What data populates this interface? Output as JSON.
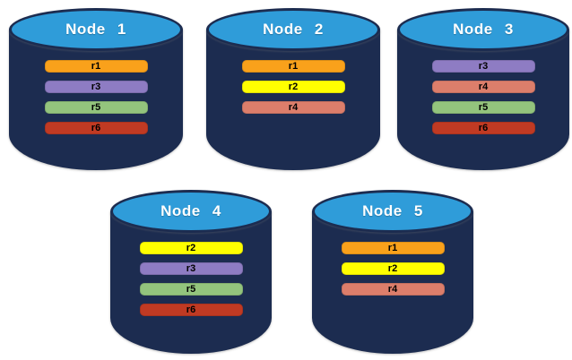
{
  "colors": {
    "cylinder_body": "#1c2c50",
    "cylinder_top": "#2f9cd9",
    "title_text": "#ffffff",
    "replica_label_text": "#000000",
    "replicas": {
      "r1": "#f9a11b",
      "r2": "#ffff00",
      "r3": "#8e7cc3",
      "r4": "#dc7e6b",
      "r5": "#93c47d",
      "r6": "#c03a23"
    }
  },
  "nodes": [
    {
      "label": "Node 1",
      "replicas": [
        "r1",
        "r3",
        "r5",
        "r6"
      ]
    },
    {
      "label": "Node 2",
      "replicas": [
        "r1",
        "r2",
        "r4"
      ]
    },
    {
      "label": "Node 3",
      "replicas": [
        "r3",
        "r4",
        "r5",
        "r6"
      ]
    },
    {
      "label": "Node 4",
      "replicas": [
        "r2",
        "r3",
        "r5",
        "r6"
      ]
    },
    {
      "label": "Node 5",
      "replicas": [
        "r1",
        "r2",
        "r4"
      ]
    }
  ]
}
